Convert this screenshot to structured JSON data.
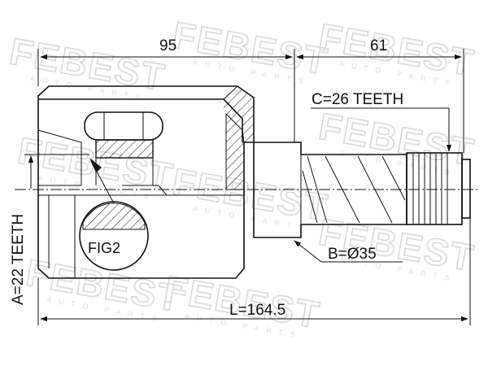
{
  "dimensions": {
    "top_left": "95",
    "top_right": "61",
    "spline_c": "C=26 TEETH",
    "spline_a": "A=22 TEETH",
    "diameter_b": "B=Ø35",
    "length_l": "L=164.5"
  },
  "detail_label": "FIG2",
  "watermark": {
    "brand": "FEBEST",
    "tagline": "AUTO PARTS"
  },
  "colors": {
    "line": "#111111",
    "watermark": "#d9d9d9",
    "background": "#ffffff"
  }
}
